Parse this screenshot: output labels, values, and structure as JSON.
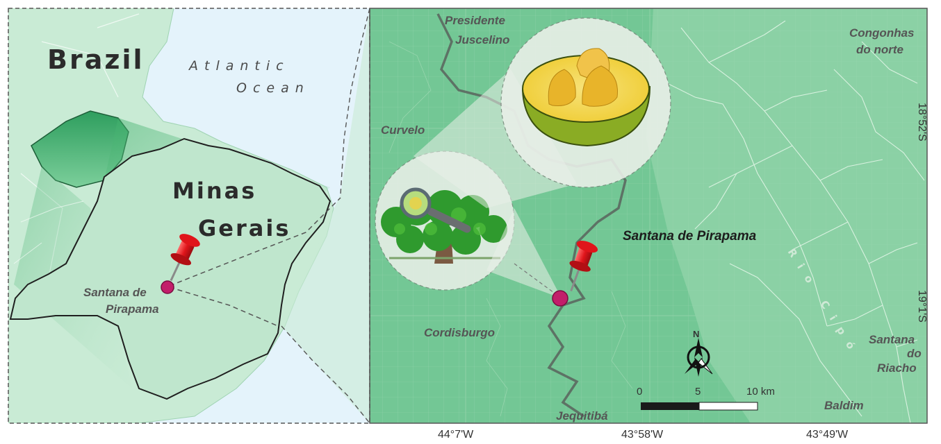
{
  "inset_map": {
    "country_label": "Brazil",
    "ocean_label_line1": "Atlantic",
    "ocean_label_line2": "Ocean",
    "state_label_line1": "Minas",
    "state_label_line2": "Gerais",
    "site_label_line1": "Santana de",
    "site_label_line2": "Pirapama"
  },
  "detail_map": {
    "site_label": "Santana de Pirapama",
    "towns": [
      {
        "line1": "Presidente",
        "line2": "Juscelino"
      },
      {
        "line1": "Curvelo",
        "line2": ""
      },
      {
        "line1": "Cordisburgo",
        "line2": ""
      },
      {
        "line1": "Jequitibá",
        "line2": ""
      },
      {
        "line1": "Congonhas",
        "line2": "do norte"
      },
      {
        "line1": "Santana",
        "line2": "do",
        "line3": "Riacho"
      },
      {
        "line1": "Baldim",
        "line2": ""
      }
    ],
    "river_label": "Rio Cipó",
    "longitude_ticks": [
      "44°7'W",
      "43°58'W",
      "43°49'W"
    ],
    "latitude_ticks": [
      "18°52'S",
      "19°1'S"
    ],
    "north_arrow_label": "N",
    "scale_bar": {
      "labels": [
        "0",
        "5",
        "10 km"
      ],
      "max_km": 10
    }
  },
  "colors": {
    "ocean": "#e4f3fb",
    "land_light": "#c5ead3",
    "state_fill": "#bfe6cd",
    "detail_bg": "#73c795",
    "pin_red": "#e0151b",
    "site_marker": "#c21e6a",
    "fruit_yellow": "#f2d64a",
    "fruit_green": "#8aac24"
  },
  "icons": [
    "pushpin-icon",
    "tree-icon",
    "magnifier-icon",
    "fruit-icon",
    "north-arrow-icon"
  ]
}
